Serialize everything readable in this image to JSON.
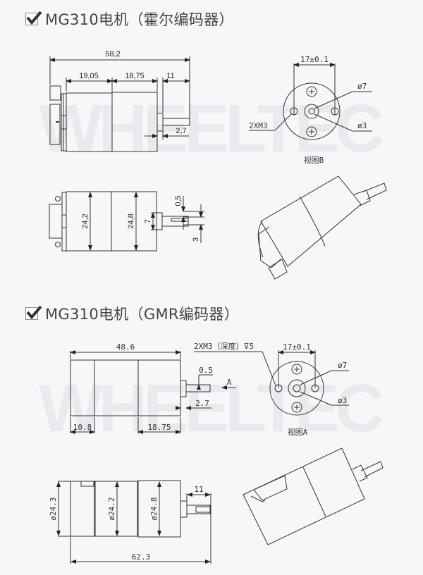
{
  "sections": [
    {
      "title": "MG310电机（霍尔编码器）",
      "icon": "checkbox-checked-icon",
      "side_view": {
        "overall_length": "58,2",
        "segment_1": "19,05",
        "segment_2": "18,75",
        "shaft_length": "11",
        "shaft_offset": "2,7"
      },
      "end_view": {
        "hole_spacing": "17±0.1",
        "screw_label": "2XM3",
        "outer_dia": "ø7",
        "shaft_dia": "ø3",
        "caption": "视图B"
      },
      "front_view": {
        "body_dia_1": "24,2",
        "body_dia_2": "24,8",
        "boss_height": "7",
        "flat_depth": "0,5",
        "shaft_dia": "3"
      }
    },
    {
      "title": "MG310电机（GMR编码器）",
      "icon": "checkbox-checked-icon",
      "side_view": {
        "overall_length": "48.6",
        "segment_left": "10.8",
        "segment_right": "18.75",
        "flat_depth": "0.5",
        "shaft_offset": "2.7",
        "view_arrow": "A"
      },
      "end_view": {
        "screw_label": "2XM3（深度）⊽5",
        "hole_spacing": "17±0.1",
        "outer_dia": "ø7",
        "shaft_dia": "ø3",
        "caption": "视图A"
      },
      "bottom_view": {
        "dia_1": "ø24.3",
        "dia_2": "ø24.2",
        "dia_3": "ø24.8",
        "shaft_length": "11",
        "overall_length": "62.3"
      }
    }
  ],
  "watermark": "WHEELTEC"
}
